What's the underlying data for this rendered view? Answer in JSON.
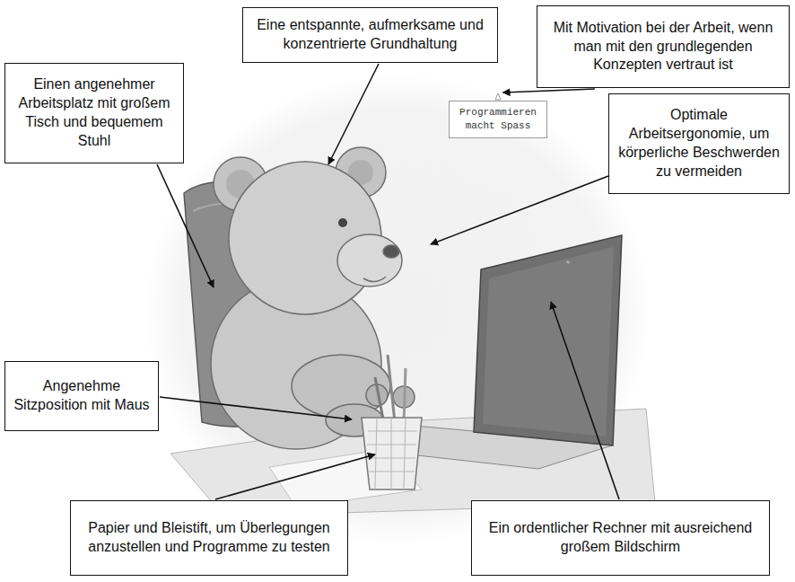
{
  "diagram": {
    "nodes": [
      {
        "text": [
          "Eine entspannte, aufmerksame und konzentrierte Grundhaltung"
        ]
      },
      {
        "text": [
          "Mit Motivation bei der Arbeit, wenn man mit den grundlegenden Konzepten vertraut ist"
        ]
      },
      {
        "text": [
          "Einen angenehmer Arbeitsplatz mit großem Tisch und bequemem Stuhl"
        ]
      },
      {
        "text": [
          "Programmieren macht Spass"
        ]
      },
      {
        "text": [
          "Optimale Arbeitsergonomie, um körperliche Beschwerden zu vermeiden"
        ]
      },
      {
        "text": [
          "Angenehme Sitzposition mit Maus"
        ]
      },
      {
        "text": [
          "Papier und Bleistift, um Überlegungen anzustellen und Programme zu testen"
        ]
      },
      {
        "text": [
          "Ein ordentlicher Rechner mit ausreichend großem Bildschirm"
        ]
      }
    ],
    "edges": [
      {
        "from": 1,
        "to": 3,
        "arrow": "to"
      }
    ]
  }
}
